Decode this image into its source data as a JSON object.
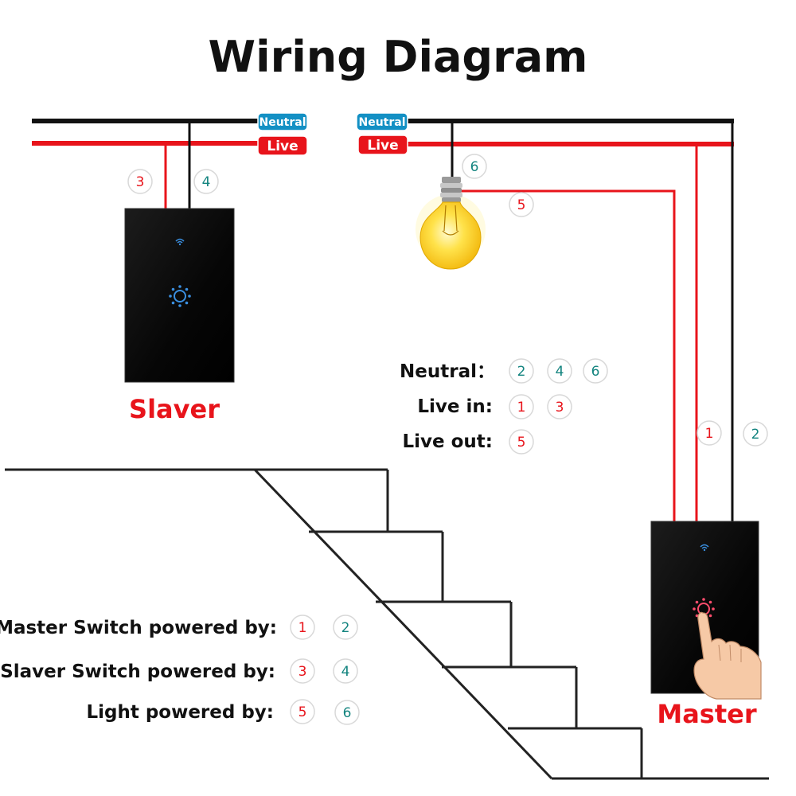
{
  "title": "Wiring Diagram",
  "wire_tags": {
    "left_neutral": "Neutral",
    "left_live": "Live",
    "right_neutral": "Neutral",
    "right_live": "Live"
  },
  "wire_numbers": {
    "n1": "1",
    "n2": "2",
    "n3": "3",
    "n4": "4",
    "n5": "5",
    "n6": "6"
  },
  "switch_labels": {
    "slaver": "Slaver",
    "master": "Master"
  },
  "legend": {
    "neutral": {
      "label": "Neutral：",
      "numbers": [
        "2",
        "4",
        "6"
      ]
    },
    "live_in": {
      "label": "Live in:",
      "numbers": [
        "1",
        "3"
      ]
    },
    "live_out": {
      "label": "Live out:",
      "numbers": [
        "5"
      ]
    }
  },
  "power_info": {
    "master": {
      "label": "Master Switch powered by:",
      "numbers": [
        "1",
        "2"
      ]
    },
    "slaver": {
      "label": "Slaver Switch powered by:",
      "numbers": [
        "3",
        "4"
      ]
    },
    "light": {
      "label": "Light powered by:",
      "numbers": [
        "5",
        "6"
      ]
    }
  },
  "colors": {
    "live_red": "#e8141b",
    "neutral_teal": "#13847f",
    "tag_blue": "#1390c4",
    "tag_red": "#e8141b",
    "wire_black": "#111111",
    "wire_red": "#e8141b",
    "panel": "#0b0b0b",
    "bulb_yellow": "#ffd93a"
  },
  "icons": {
    "bulb": "light-bulb-icon",
    "wifi": "wifi-icon",
    "hand": "finger-pointing-icon"
  }
}
